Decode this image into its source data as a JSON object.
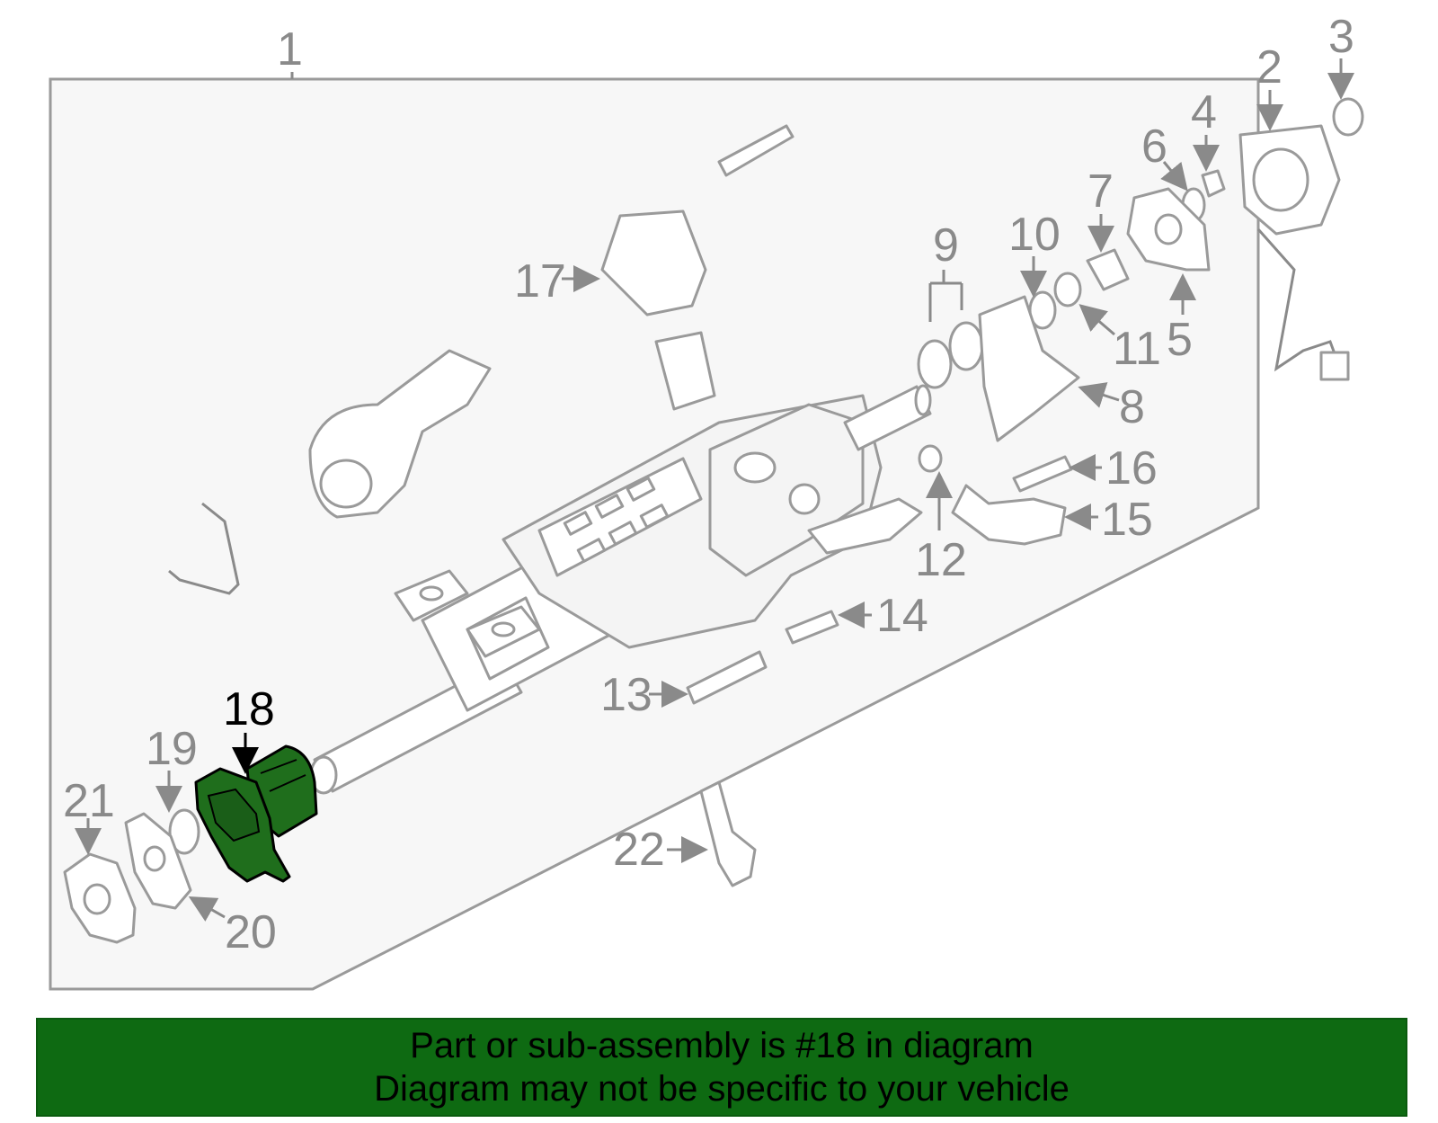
{
  "callouts": {
    "c1": "1",
    "c2": "2",
    "c3": "3",
    "c4": "4",
    "c5": "5",
    "c6": "6",
    "c7": "7",
    "c8": "8",
    "c9": "9",
    "c10": "10",
    "c11": "11",
    "c12": "12",
    "c13": "13",
    "c14": "14",
    "c15": "15",
    "c16": "16",
    "c17": "17",
    "c18": "18",
    "c19": "19",
    "c20": "20",
    "c21": "21",
    "c22": "22"
  },
  "highlighted_part": "18",
  "highlight_color": "#1f6e1c",
  "banner": {
    "line1": "Part or sub-assembly is #18 in diagram",
    "line2": "Diagram may not be specific to your vehicle",
    "background": "#0e6a12"
  }
}
